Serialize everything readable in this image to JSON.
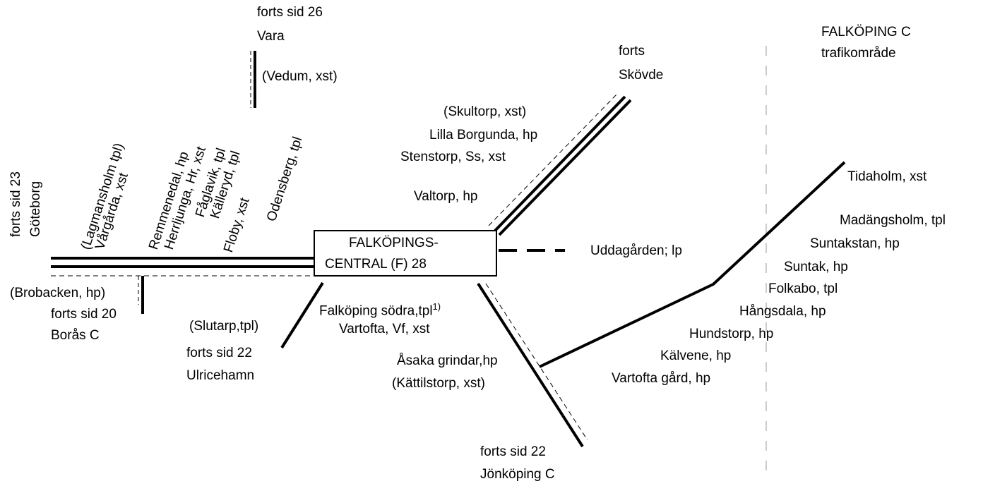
{
  "header": {
    "area_title": "FALKÖPING C",
    "area_subtitle": "trafikområde"
  },
  "station": {
    "line1": "FALKÖPINGS-",
    "line2": "CENTRAL (F) 28"
  },
  "north": {
    "cont": "forts sid 26",
    "dest": "Vara",
    "stop1": "(Vedum, xst)"
  },
  "skovde": {
    "cont": "forts",
    "dest": "Skövde",
    "stops": [
      "(Skultorp, xst)",
      "Lilla Borgunda, hp",
      "Stenstorp, Ss, xst",
      "Valtorp, hp"
    ]
  },
  "goteborg": {
    "cont": "forts sid 23",
    "dest": "Göteborg",
    "stops": [
      "(Lagmansholm tpl)",
      "Vårgårda, xst",
      "Remmenedal, hp",
      "Herrljunga, Hr, xst",
      "Fåglavik, tpl",
      "Källeryd, tpl",
      "Floby, xst",
      "Odensberg, tpl"
    ]
  },
  "boras": {
    "stop1": "(Brobacken, hp)",
    "cont": "forts sid 20",
    "dest": "Borås C"
  },
  "ulricehamn": {
    "stop1": "(Slutarp,tpl)",
    "cont": "forts sid 22",
    "dest": "Ulricehamn"
  },
  "uddagarden": {
    "label": "Uddagården; lp"
  },
  "jonkoping": {
    "stop1": "Falköping södra,tpl",
    "footnote": "1)",
    "stop2": "Vartofta, Vf, xst",
    "stop3": "Åsaka grindar,hp",
    "stop4": "(Kättilstorp, xst)",
    "cont": "forts sid 22",
    "dest": "Jönköping C"
  },
  "tidaholm": {
    "stops": [
      "Tidaholm, xst",
      "Madängsholm, tpl",
      "Suntakstan, hp",
      "Suntak, hp",
      "Folkabo, tpl",
      "Hångsdala, hp",
      "Hundstorp, hp",
      "Kälvene, hp",
      "Vartofta gård, hp"
    ]
  }
}
